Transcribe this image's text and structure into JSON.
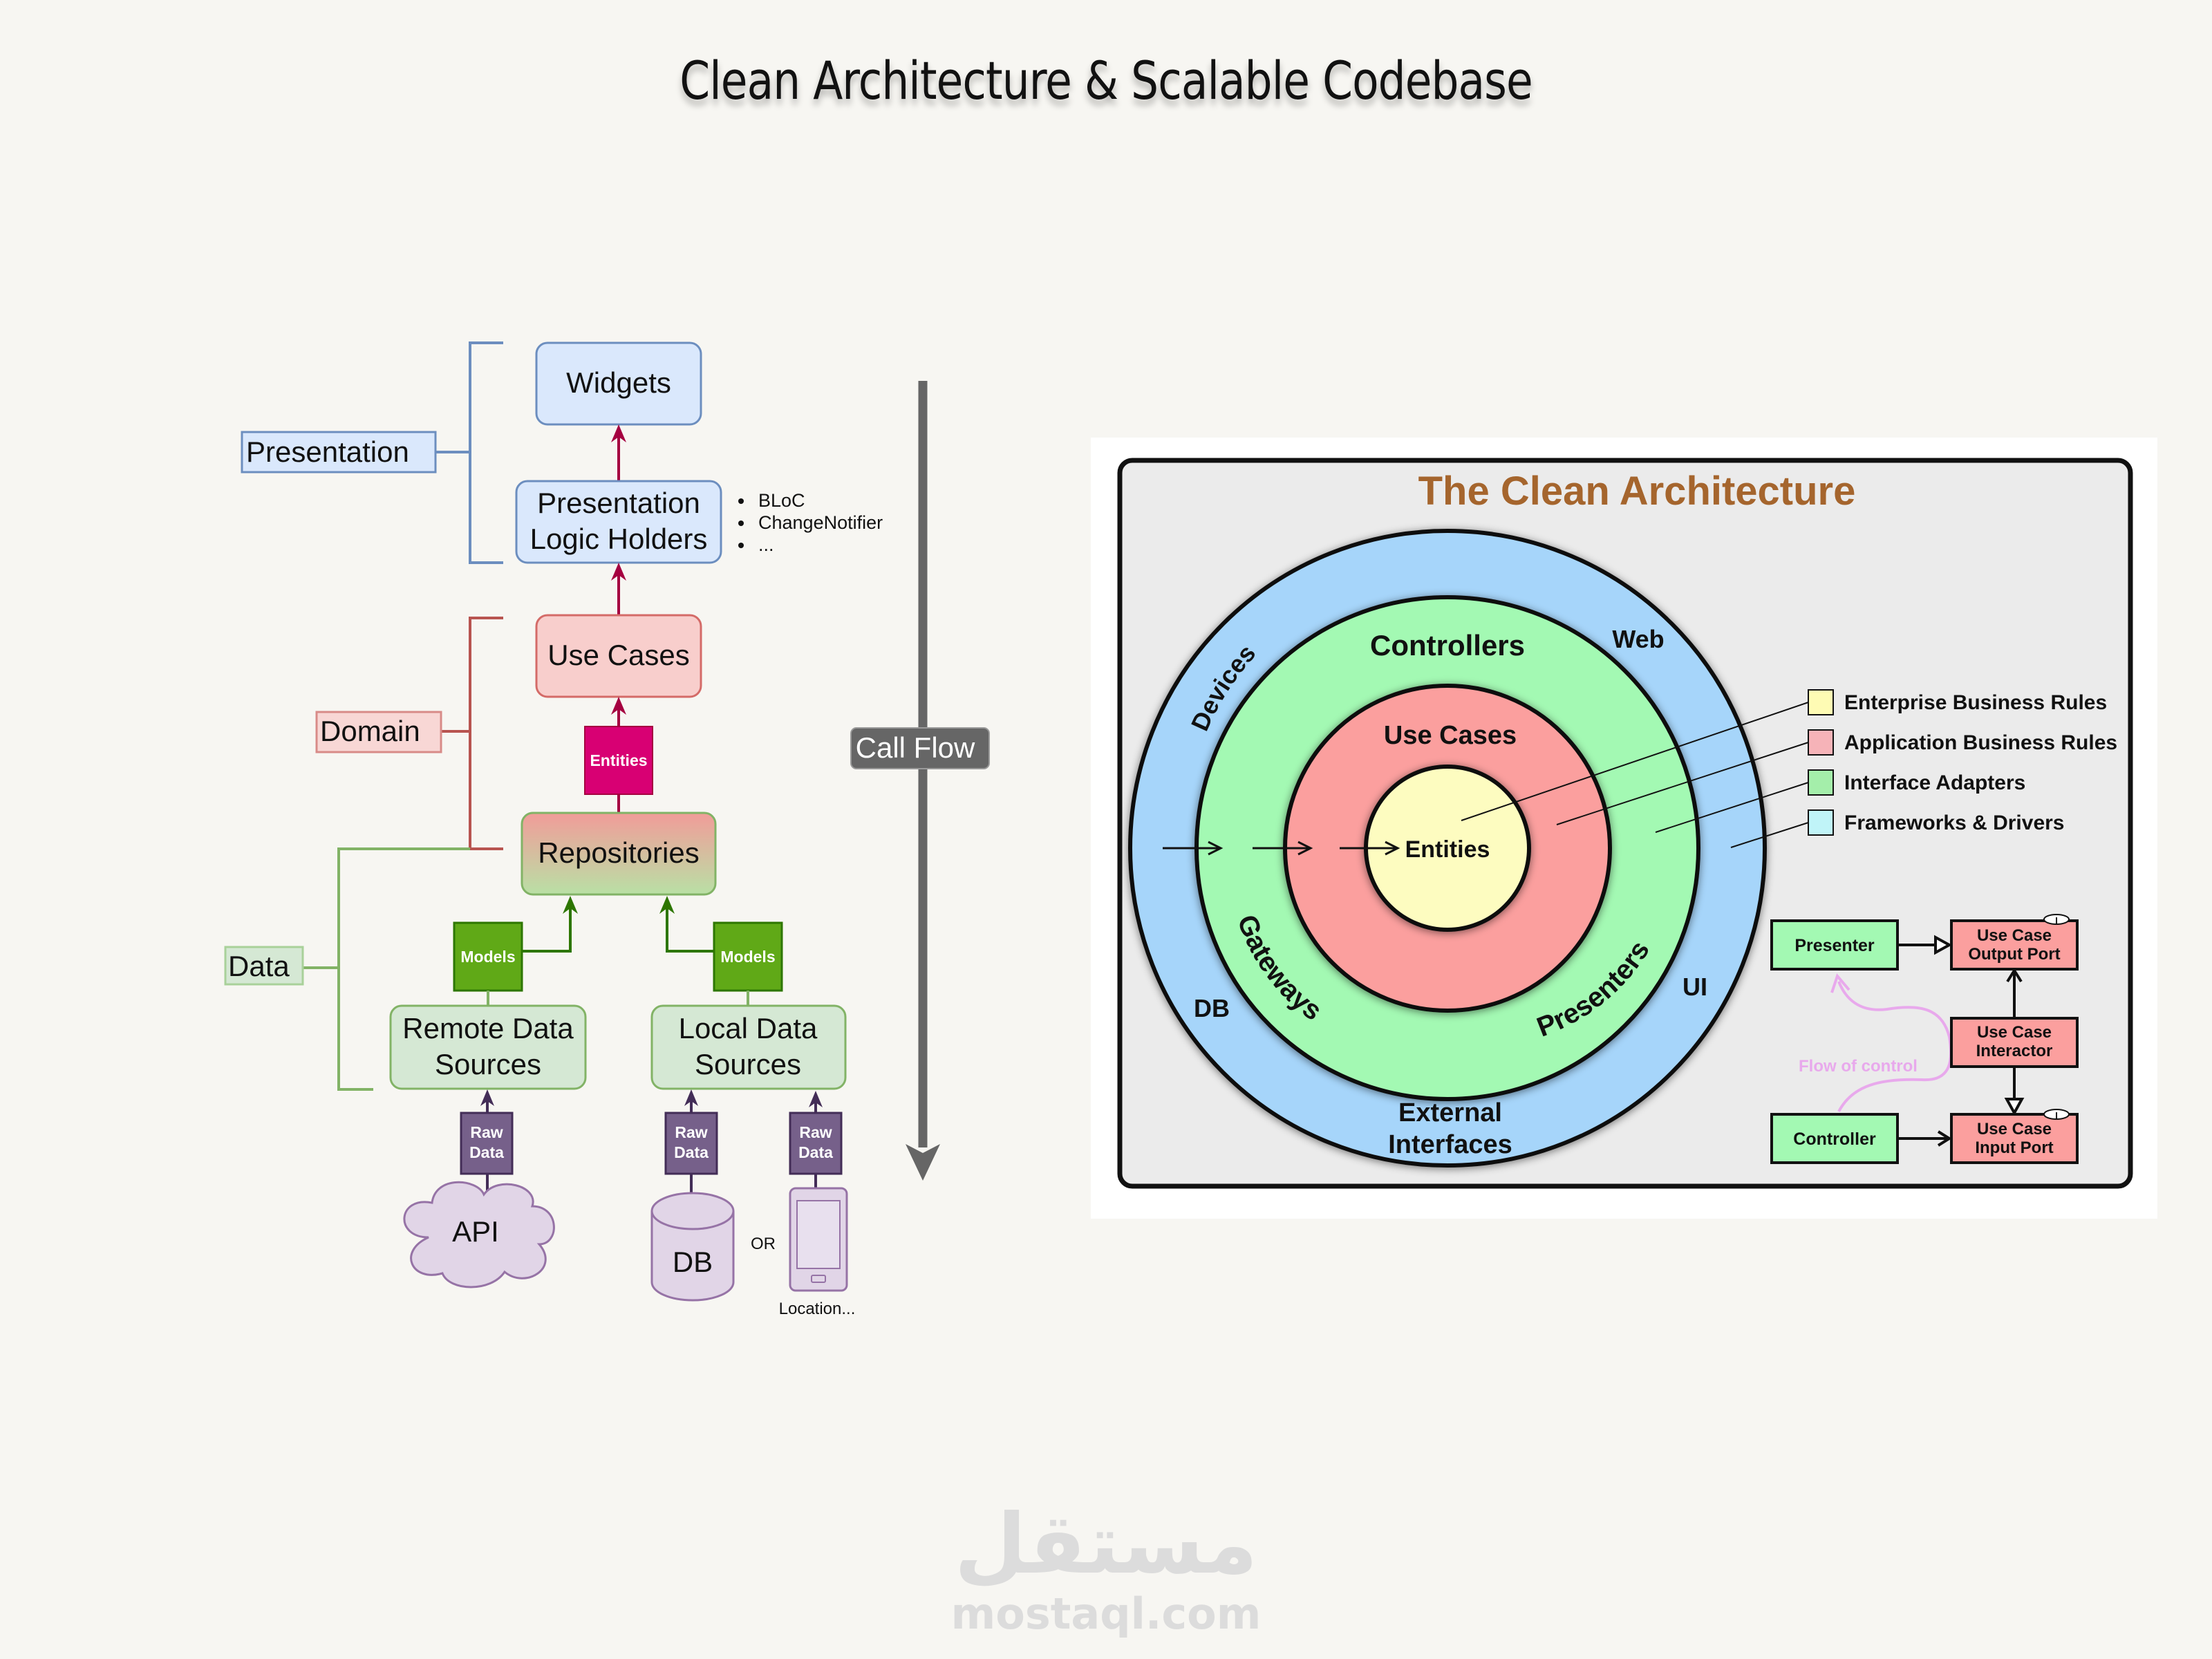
{
  "page": {
    "title": "Clean Architecture & Scalable Codebase",
    "watermark": {
      "arabic": "مستقل",
      "latin": "mostaql.com"
    }
  },
  "left_diagram": {
    "layers": {
      "presentation": "Presentation",
      "domain": "Domain",
      "data": "Data"
    },
    "boxes": {
      "widgets": "Widgets",
      "plh_line1": "Presentation",
      "plh_line2": "Logic Holders",
      "use_cases": "Use Cases",
      "repositories": "Repositories",
      "remote_line1": "Remote Data",
      "remote_line2": "Sources",
      "local_line1": "Local Data",
      "local_line2": "Sources"
    },
    "plh_examples": [
      "BLoC",
      "ChangeNotifier",
      "..."
    ],
    "tags": {
      "entities": "Entities",
      "models": "Models",
      "raw_line1": "Raw",
      "raw_line2": "Data"
    },
    "sources": {
      "api": "API",
      "db": "DB",
      "or": "OR",
      "location": "Location..."
    },
    "call_flow": "Call Flow",
    "colors": {
      "presentation": "#dae8fc",
      "presentation_border": "#6c8ebf",
      "domain": "#f8cecc",
      "domain_border": "#b85450",
      "data": "#d5e8d4",
      "data_border": "#82b366",
      "arrow_pink": "#a50040",
      "entities": "#d80073",
      "models": "#60a917",
      "models_border": "#2d7600",
      "raw_data": "#76608a",
      "raw_border": "#432d57",
      "source_fill": "#e1d5e7",
      "source_border": "#9673a6",
      "call_flow": "#666666"
    }
  },
  "right_diagram": {
    "title": "The Clean Architecture",
    "rings": {
      "outer": [
        "Devices",
        "Web",
        "DB",
        "UI",
        "External",
        "Interfaces"
      ],
      "adapters": [
        "Controllers",
        "Gateways",
        "Presenters"
      ],
      "use_cases": "Use Cases",
      "entities": "Entities"
    },
    "legend": [
      {
        "label": "Enterprise Business Rules",
        "color": "#fefbb4"
      },
      {
        "label": "Application Business Rules",
        "color": "#f6b3b8"
      },
      {
        "label": "Interface Adapters",
        "color": "#a4eeaa"
      },
      {
        "label": "Frameworks & Drivers",
        "color": "#c0f4f8"
      }
    ],
    "flow": {
      "presenter": "Presenter",
      "controller": "Controller",
      "output_port_1": "Use Case",
      "output_port_2": "Output Port",
      "interactor_1": "Use Case",
      "interactor_2": "Interactor",
      "input_port_1": "Use Case",
      "input_port_2": "Input Port",
      "interface_marker": "I",
      "flow_of_control": "Flow of control"
    },
    "colors": {
      "title": "#a5652d",
      "panel_bg": "#ebebeb",
      "ring_outer": "#a6d5fa",
      "ring_adapters": "#a3f9b3",
      "ring_usecases": "#fb9f9e",
      "ring_entities": "#fdfcc0",
      "flow_pink": "#e8a9ec",
      "green_box": "#a3f9b3",
      "red_box": "#fb9f9e"
    }
  }
}
